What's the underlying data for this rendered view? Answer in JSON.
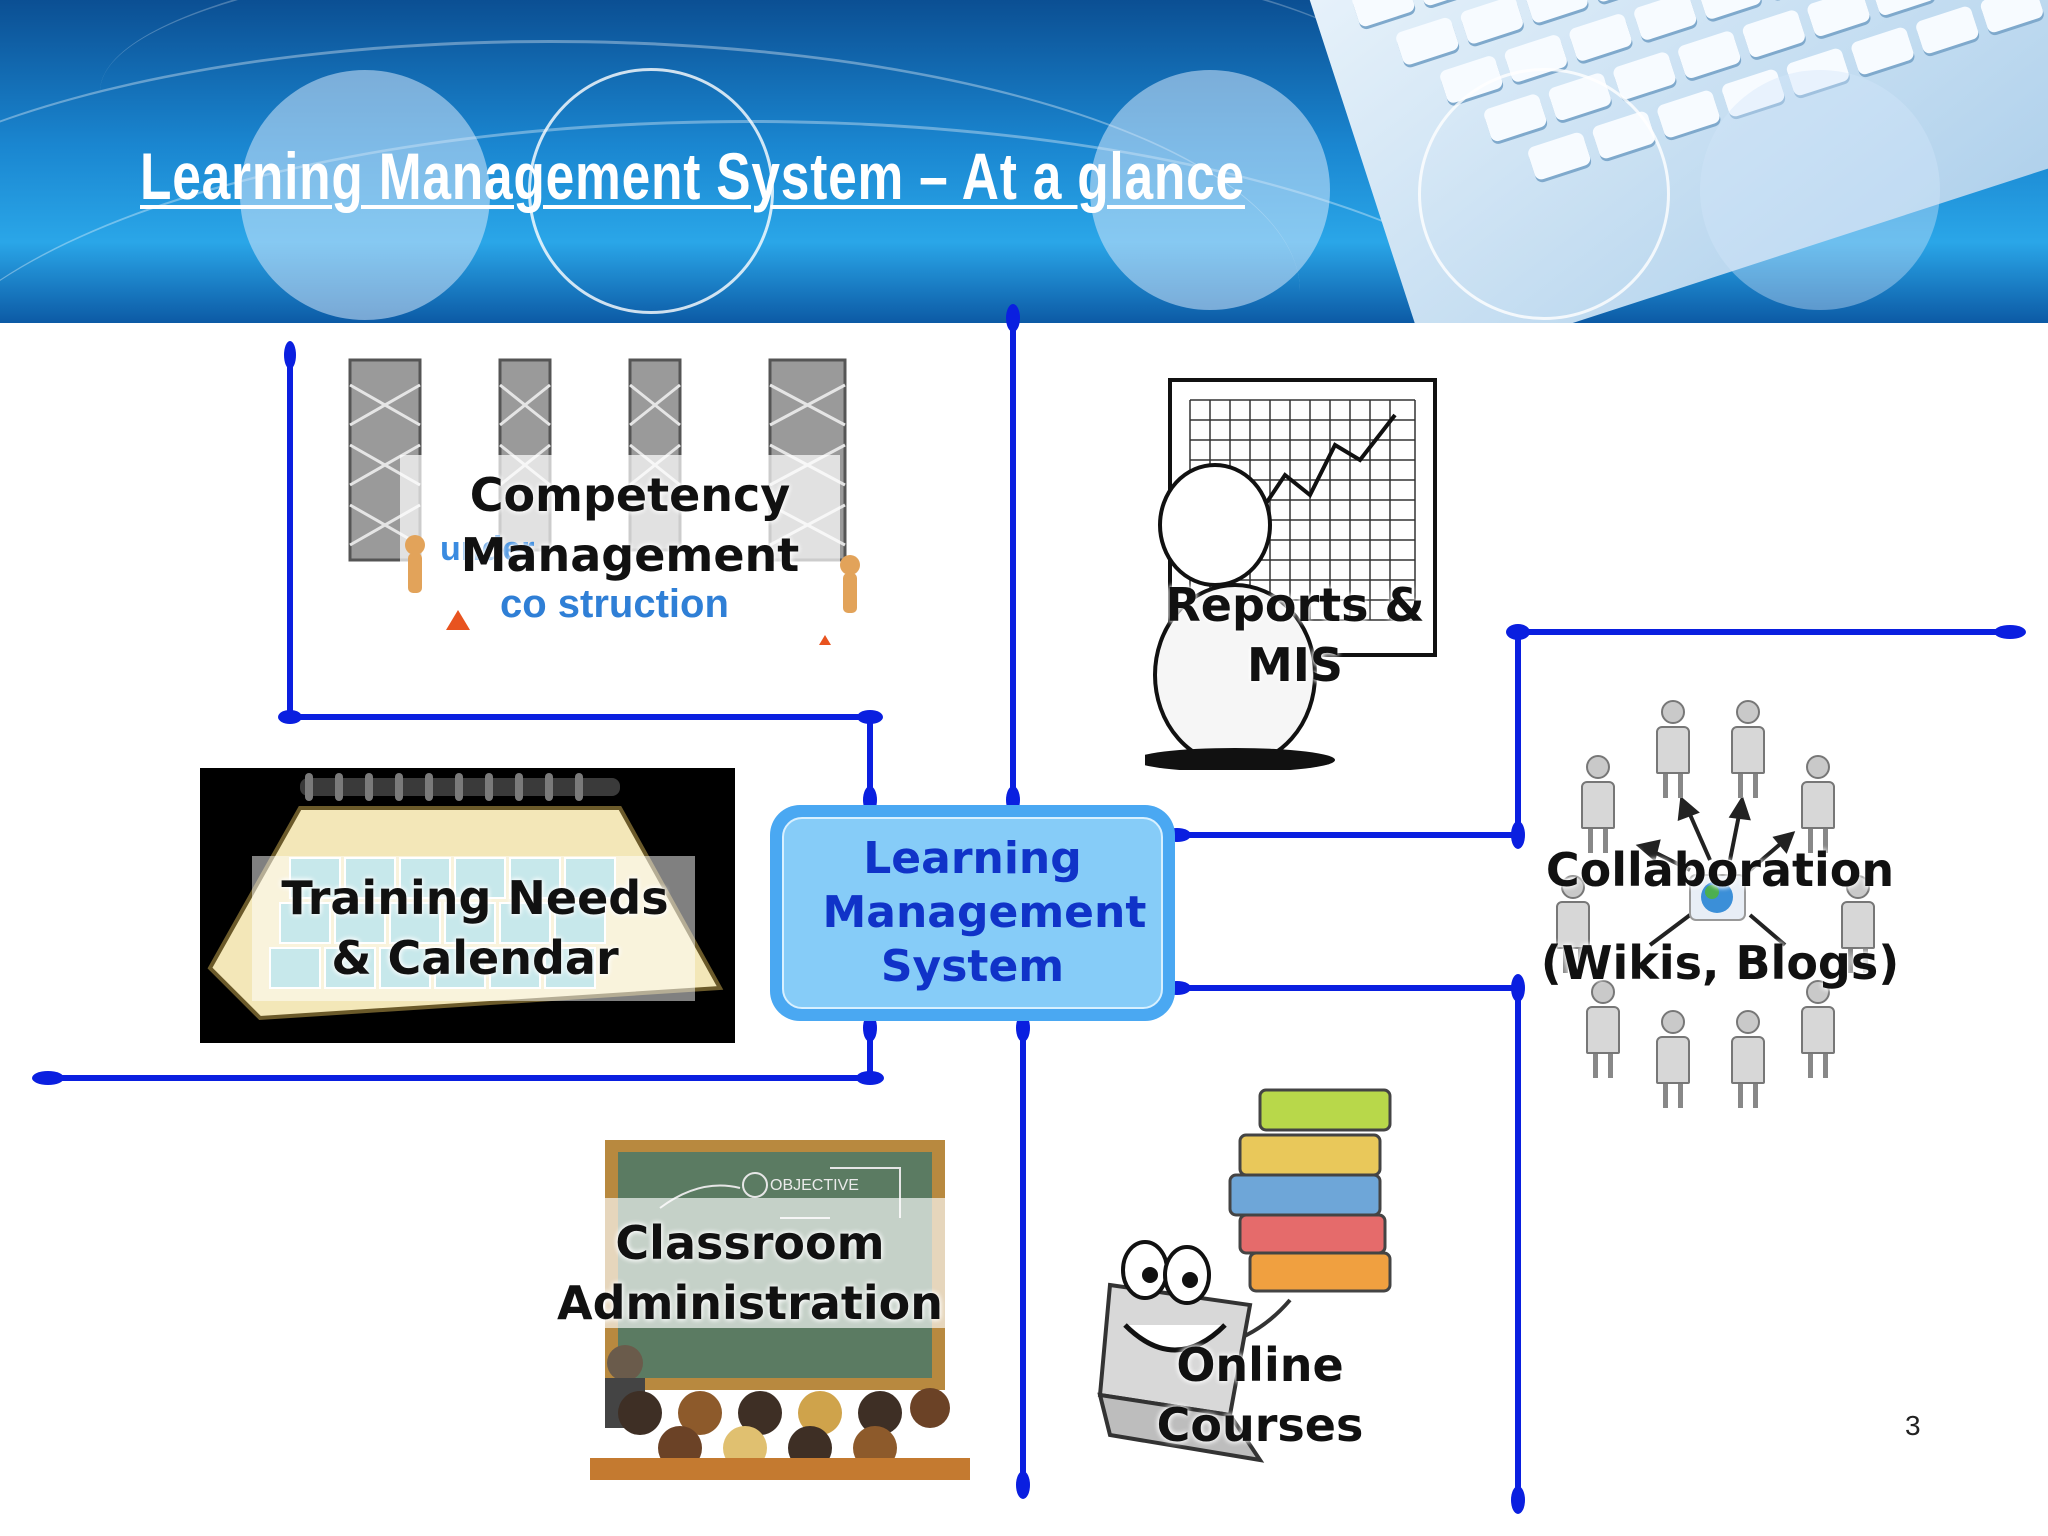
{
  "slide": {
    "title": "Learning Management System – At a glance",
    "page_number": "3"
  },
  "center": {
    "label": "Learning Management System"
  },
  "modules": {
    "competency": "Competency Management",
    "reports": "Reports & MIS",
    "training": "Training Needs & Calendar",
    "collaboration_line1": "Collaboration",
    "collaboration_line2": "(Wikis, Blogs)",
    "classroom": "Classroom Administration",
    "online": "Online Courses"
  },
  "images": {
    "construction_text_1": "under",
    "construction_text_2": "co   struction",
    "chalkboard_text": "OBJECTIVE"
  },
  "colors": {
    "connector": "#0a1fe0",
    "center_fill": "#86ccf8",
    "center_border": "#4aa8f2",
    "center_text": "#1033c8",
    "header_blue": "#1a86d0"
  },
  "icons": [
    "keyboard-icon",
    "construction-icon",
    "chart-presenter-icon",
    "calendar-icon",
    "people-network-icon",
    "classroom-icon",
    "laptop-books-icon"
  ]
}
